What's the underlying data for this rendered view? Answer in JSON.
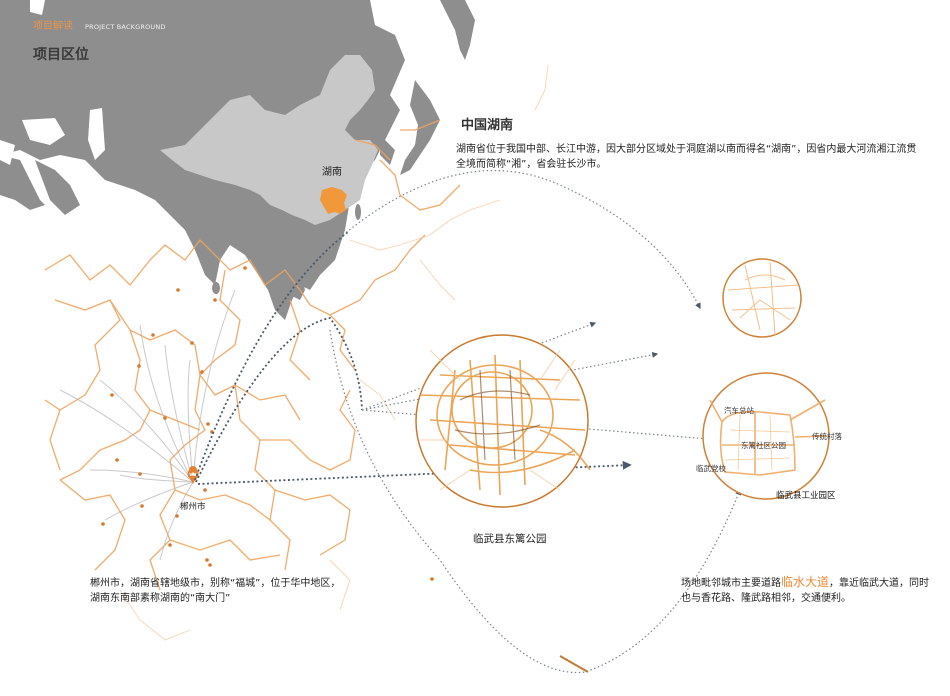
{
  "header": {
    "section_cn": "项目解读",
    "section_en": "PROJECT BACKGROUND",
    "page_title": "项目区位"
  },
  "map": {
    "china_label": "湖南",
    "city_label": "郴州市",
    "colors": {
      "world_gray": "#8e8e8e",
      "china_light_gray": "#c8c8c8",
      "hunan_orange": "#f0983a",
      "province_border": "#f0a25a",
      "circle_border": "#c97a2e",
      "dotted_path": "#4a5a6a"
    }
  },
  "hunan_info": {
    "title": "中国湖南",
    "description": "湖南省位于我国中部、长江中游，因大部分区域处于洞庭湖以南而得名“湖南”，因省内最大河流湘江流贯全境而简称“湘”，省会驻长沙市。"
  },
  "chenzhou_info": {
    "description": "郴州市，湖南省辖地级市，别称“福城”，位于华中地区，湖南东南部素称湖南的“南大门”"
  },
  "park": {
    "label": "临武县东篱公园"
  },
  "site_detail": {
    "labels": {
      "bus_station": "汽车总站",
      "park": "东篱社区公园",
      "village": "传统村落",
      "party_school": "临武党校",
      "industrial_park": "临武县工业园区"
    }
  },
  "site_info": {
    "text_before": "场地毗邻城市主要道路",
    "highlight": "临水大道",
    "text_after": "，靠近临武大道，同时也与香花路、隆武路相邻，交通便利。"
  }
}
